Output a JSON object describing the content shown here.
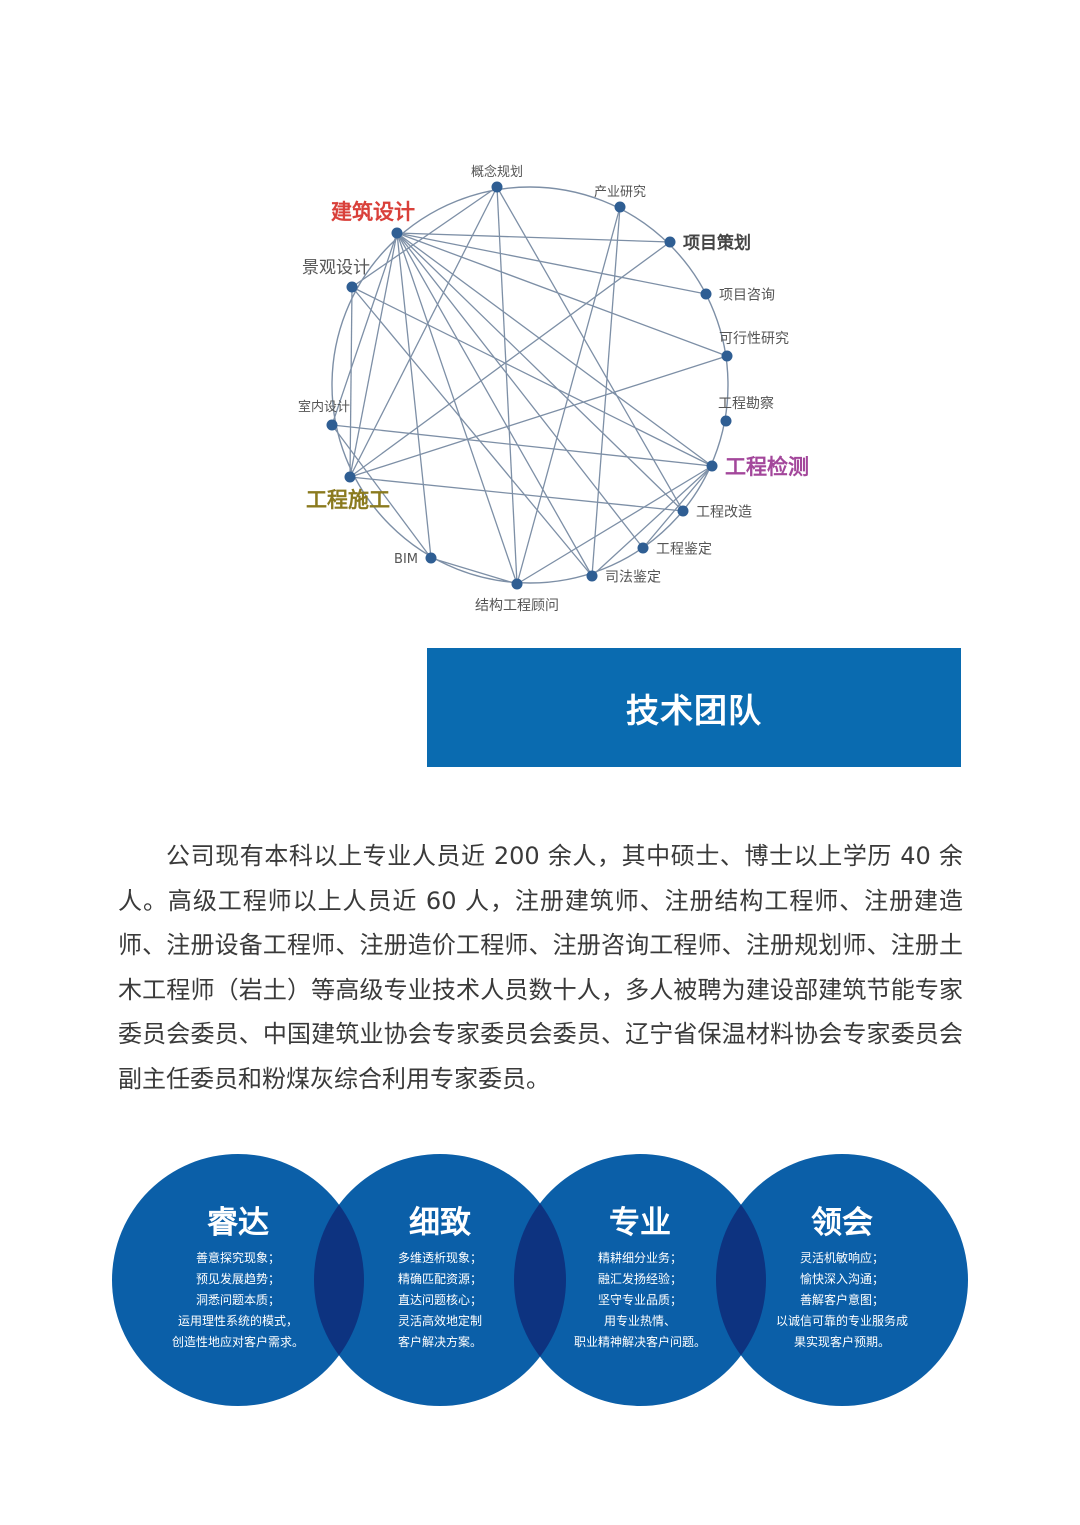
{
  "network": {
    "nodes": [
      {
        "id": "concept",
        "label": "概念规划",
        "color": "#555555",
        "size": 13,
        "weight": "normal",
        "side": "up"
      },
      {
        "id": "industry",
        "label": "产业研究",
        "color": "#555555",
        "size": 13,
        "weight": "normal",
        "side": "up"
      },
      {
        "id": "planning",
        "label": "项目策划",
        "color": "#444444",
        "size": 17,
        "weight": "bold",
        "side": "right"
      },
      {
        "id": "consult",
        "label": "项目咨询",
        "color": "#555555",
        "size": 14,
        "weight": "normal",
        "side": "right"
      },
      {
        "id": "feasibility",
        "label": "可行性研究",
        "color": "#555555",
        "size": 14,
        "weight": "normal",
        "side": "upright"
      },
      {
        "id": "survey",
        "label": "工程勘察",
        "color": "#555555",
        "size": 14,
        "weight": "normal",
        "side": "upright"
      },
      {
        "id": "inspection",
        "label": "工程检测",
        "color": "#a3479b",
        "size": 21,
        "weight": "bold",
        "side": "right"
      },
      {
        "id": "renovation",
        "label": "工程改造",
        "color": "#555555",
        "size": 14,
        "weight": "normal",
        "side": "right"
      },
      {
        "id": "appraisal",
        "label": "工程鉴定",
        "color": "#555555",
        "size": 14,
        "weight": "normal",
        "side": "right"
      },
      {
        "id": "judicial",
        "label": "司法鉴定",
        "color": "#555555",
        "size": 14,
        "weight": "normal",
        "side": "right"
      },
      {
        "id": "structure",
        "label": "结构工程顾问",
        "color": "#555555",
        "size": 14,
        "weight": "normal",
        "side": "down"
      },
      {
        "id": "bim",
        "label": "BIM",
        "color": "#555555",
        "size": 13,
        "weight": "normal",
        "side": "left"
      },
      {
        "id": "construction",
        "label": "工程施工",
        "color": "#8a7a1e",
        "size": 21,
        "weight": "bold",
        "side": "downleft"
      },
      {
        "id": "interior",
        "label": "室内设计",
        "color": "#555555",
        "size": 13,
        "weight": "normal",
        "side": "upleft"
      },
      {
        "id": "landscape",
        "label": "景观设计",
        "color": "#555555",
        "size": 17,
        "weight": "normal",
        "side": "upleft"
      },
      {
        "id": "architecture",
        "label": "建筑设计",
        "color": "#d9403a",
        "size": 21,
        "weight": "bold",
        "side": "upleft"
      }
    ],
    "node_color": "#2f5e93",
    "line_color": "#7d8fa6",
    "links": [
      [
        "concept",
        "landscape"
      ],
      [
        "concept",
        "construction"
      ],
      [
        "concept",
        "structure"
      ],
      [
        "concept",
        "renovation"
      ],
      [
        "architecture",
        "planning"
      ],
      [
        "architecture",
        "consult"
      ],
      [
        "architecture",
        "feasibility"
      ],
      [
        "architecture",
        "inspection"
      ],
      [
        "architecture",
        "renovation"
      ],
      [
        "architecture",
        "appraisal"
      ],
      [
        "architecture",
        "judicial"
      ],
      [
        "architecture",
        "structure"
      ],
      [
        "architecture",
        "bim"
      ],
      [
        "architecture",
        "construction"
      ],
      [
        "architecture",
        "interior"
      ],
      [
        "industry",
        "judicial"
      ],
      [
        "industry",
        "structure"
      ],
      [
        "landscape",
        "inspection"
      ],
      [
        "landscape",
        "judicial"
      ],
      [
        "landscape",
        "construction"
      ],
      [
        "interior",
        "inspection"
      ],
      [
        "interior",
        "bim"
      ],
      [
        "construction",
        "planning"
      ],
      [
        "construction",
        "renovation"
      ],
      [
        "bim",
        "structure"
      ],
      [
        "structure",
        "inspection"
      ],
      [
        "judicial",
        "inspection"
      ],
      [
        "appraisal",
        "inspection"
      ],
      [
        "feasibility",
        "construction"
      ]
    ]
  },
  "section": {
    "title": "技术团队",
    "banner_color": "#0a6bb0"
  },
  "intro_text": "公司现有本科以上专业人员近 200 余人，其中硕士、博士以上学历 40 余人。高级工程师以上人员近 60 人，注册建筑师、注册结构工程师、注册建造师、注册设备工程师、注册造价工程师、注册咨询工程师、注册规划师、注册土木工程师（岩土）等高级专业技术人员数十人，多人被聘为建设部建筑节能专家委员会委员、中国建筑业协会专家委员会委员、辽宁省保温材料协会专家委员会副主任委员和粉煤灰综合利用专家委员。",
  "values": {
    "circle_color": "#0b5fa8",
    "overlap_color": "#0d3380",
    "items": [
      {
        "title": "睿达",
        "lines": [
          "善意探究现象；",
          "预见发展趋势；",
          "洞悉问题本质；",
          "运用理性系统的模式，",
          "创造性地应对客户需求。"
        ]
      },
      {
        "title": "细致",
        "lines": [
          "多维透析现象；",
          "精确匹配资源；",
          "直达问题核心；",
          "灵活高效地定制",
          "客户解决方案。"
        ]
      },
      {
        "title": "专业",
        "lines": [
          "精耕细分业务；",
          "融汇发扬经验；",
          "坚守专业品质；",
          "用专业热情、",
          "职业精神解决客户问题。"
        ]
      },
      {
        "title": "领会",
        "lines": [
          "灵活机敏响应；",
          "愉快深入沟通；",
          "善解客户意图；",
          "以诚信可靠的专业服务成",
          "果实现客户预期。"
        ]
      }
    ]
  }
}
